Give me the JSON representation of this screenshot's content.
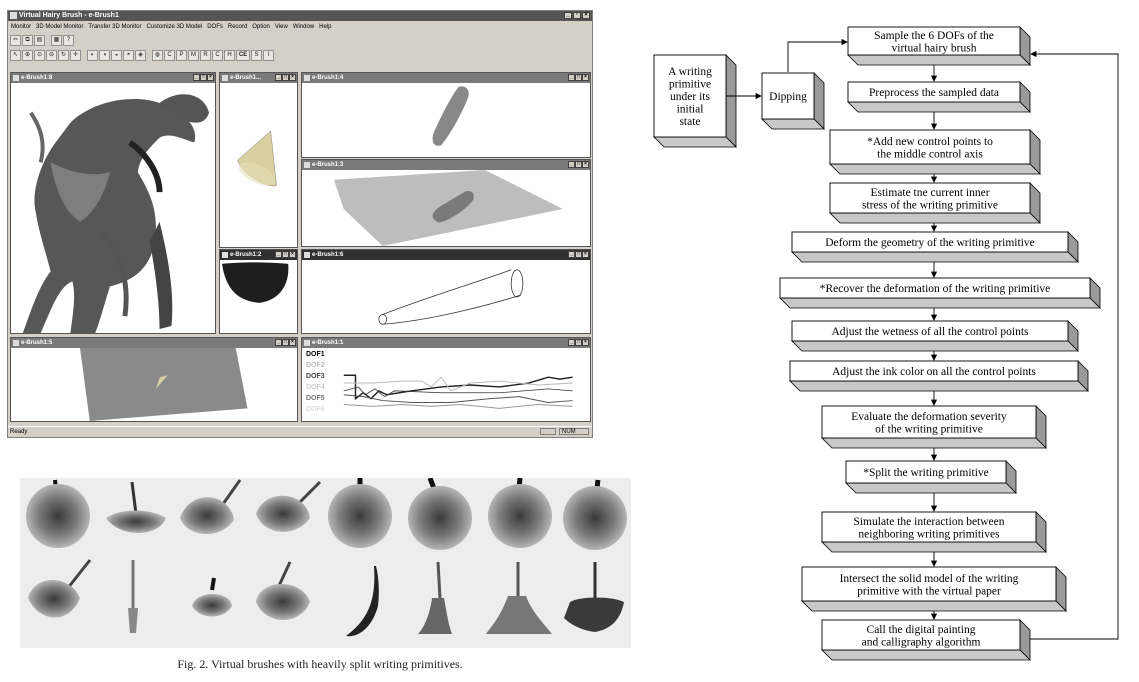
{
  "app": {
    "title": "Virtual Hairy Brush - e-Brush1",
    "menu": [
      "Monitor",
      "3D Model Monitor",
      "Transfer 3D Monitor",
      "Customize 3D Model",
      "DOFs",
      "Record",
      "Option",
      "View",
      "Window",
      "Help"
    ],
    "toolbar2_letters": [
      "C",
      "P",
      "M",
      "R",
      "C",
      "H",
      "CE",
      "S",
      "I"
    ],
    "windows": {
      "w8": "e-Brush1:8",
      "w7": "e-Brush1...",
      "w4": "e-Brush1:4",
      "w3": "e-Brush1:3",
      "w2": "e-Brush1:2",
      "w6": "e-Brush1:6",
      "w5": "e-Brush1:5",
      "w1": "e-Brush1:1"
    },
    "dof_labels": [
      "DOF1",
      "DOF2",
      "DOF3",
      "DOF4",
      "DOF5",
      "DOF6"
    ],
    "status": "Ready",
    "status_num": "NUM"
  },
  "caption": "Fig. 2.    Virtual brushes with heavily split writing primitives.",
  "flowchart": {
    "input_box": [
      "A writing",
      "primitive",
      "under its",
      "initial",
      "state"
    ],
    "dipping": "Dipping",
    "steps": [
      [
        "Sample the 6 DOFs of the",
        "virtual hairy brush"
      ],
      [
        "Preprocess the sampled data"
      ],
      [
        "*Add new control points to",
        "the middle control axis"
      ],
      [
        "Estimate tne current inner",
        "stress of the writing primitive"
      ],
      [
        "Deform the geometry of the writing primitive"
      ],
      [
        "*Recover the deformation of the writing primitive"
      ],
      [
        "Adjust the wetness of all the control points"
      ],
      [
        "Adjust the ink color on all the control points"
      ],
      [
        "Evaluate the deformation severity",
        "of the writing primitive"
      ],
      [
        "*Split the writing primitive"
      ],
      [
        "Simulate the interaction between",
        "neighboring writing primitives"
      ],
      [
        "Intersect the solid model of the writing",
        "primitive with the virtual paper"
      ],
      [
        "Call the digital painting",
        "and calligraphy algorithm"
      ]
    ]
  }
}
